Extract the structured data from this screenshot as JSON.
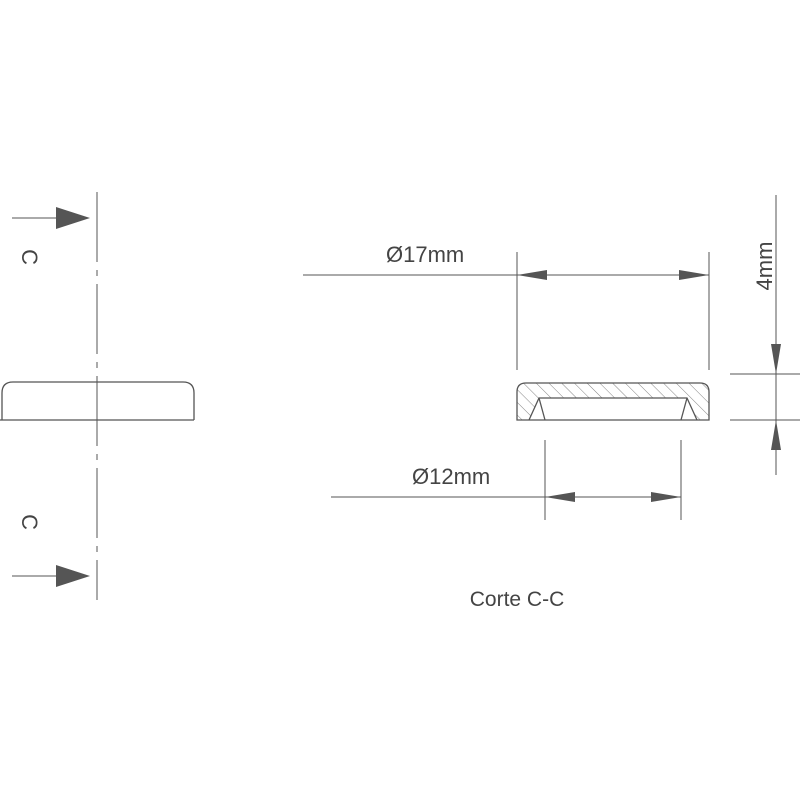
{
  "section_marks": {
    "top": "C",
    "bottom": "C"
  },
  "dimensions": {
    "outer_diameter": "Ø17mm",
    "inner_diameter": "Ø12mm",
    "height": "4mm"
  },
  "section_caption": "Corte C-C"
}
